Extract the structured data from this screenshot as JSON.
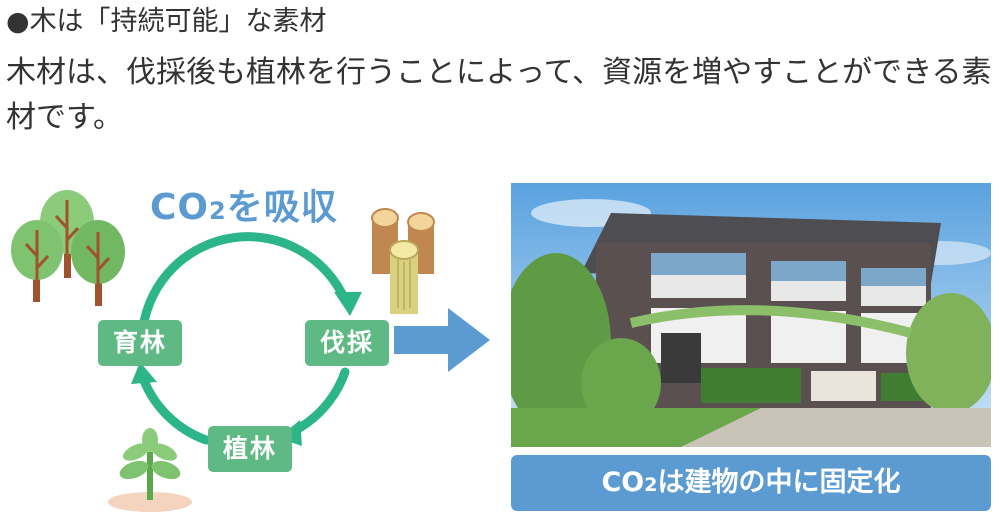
{
  "heading": {
    "bullet": "●",
    "text": "木は「持続可能」な素材"
  },
  "body": {
    "text": "木材は、伐採後も植林を行うことによって、資源を増やすことができる素材です。"
  },
  "cycle": {
    "title_prefix": "CO",
    "title_sub": "2",
    "title_suffix": "を吸収",
    "stages": {
      "grow": "育林",
      "cut": "伐採",
      "plant": "植林"
    }
  },
  "caption": {
    "prefix": "CO",
    "sub": "2",
    "suffix": "は建物の中に固定化"
  },
  "colors": {
    "green": "#5fb985",
    "arrow_green": "#2db58a",
    "blue": "#5b9bd1",
    "text": "#333333"
  },
  "icons": [
    "trees-icon",
    "logs-icon",
    "seedling-icon",
    "right-arrow-icon",
    "cycle-arrow-icon"
  ]
}
